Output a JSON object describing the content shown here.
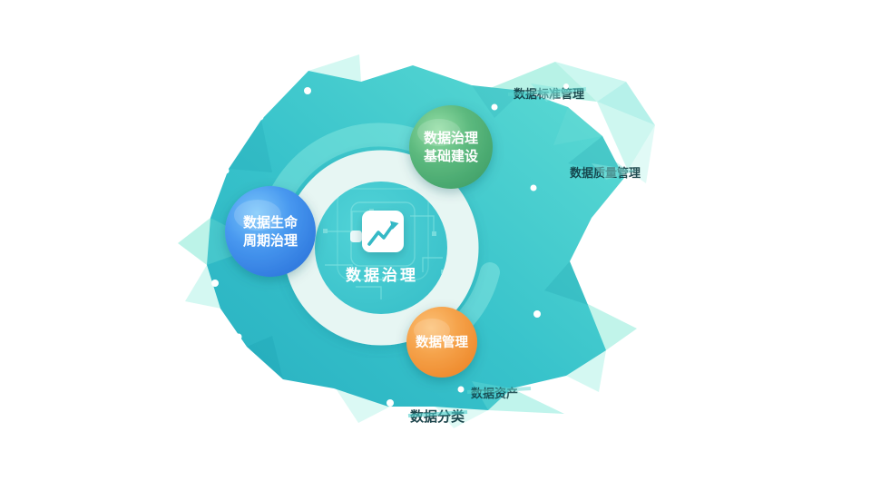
{
  "page": {
    "background": "#ffffff"
  },
  "diagram": {
    "center": {
      "label": "数据治理",
      "icon": "line-chart-icon"
    },
    "nodes": [
      {
        "id": "lifecycle",
        "line1": "数据生命",
        "line2": "周期治理",
        "color": "#2e7fe4"
      },
      {
        "id": "foundation",
        "line1": "数据治理",
        "line2": "基础建设",
        "color": "#3d9e66"
      },
      {
        "id": "management",
        "line1": "数据管理",
        "line2": "",
        "color": "#ed8526"
      }
    ],
    "background_labels": [
      {
        "id": "bg1",
        "text": "数据标准管理"
      },
      {
        "id": "bg2",
        "text": "数据质量管理"
      },
      {
        "id": "bg3",
        "text": "数据资产"
      },
      {
        "id": "bg4",
        "text": "数据分类"
      }
    ],
    "colors": {
      "blob": "#38c3cb",
      "blob_light": "#9feede",
      "ring": "#edf8f5",
      "node_blue": "#2e7fe4",
      "node_green": "#3d9e66",
      "node_orange": "#ed8526"
    }
  }
}
